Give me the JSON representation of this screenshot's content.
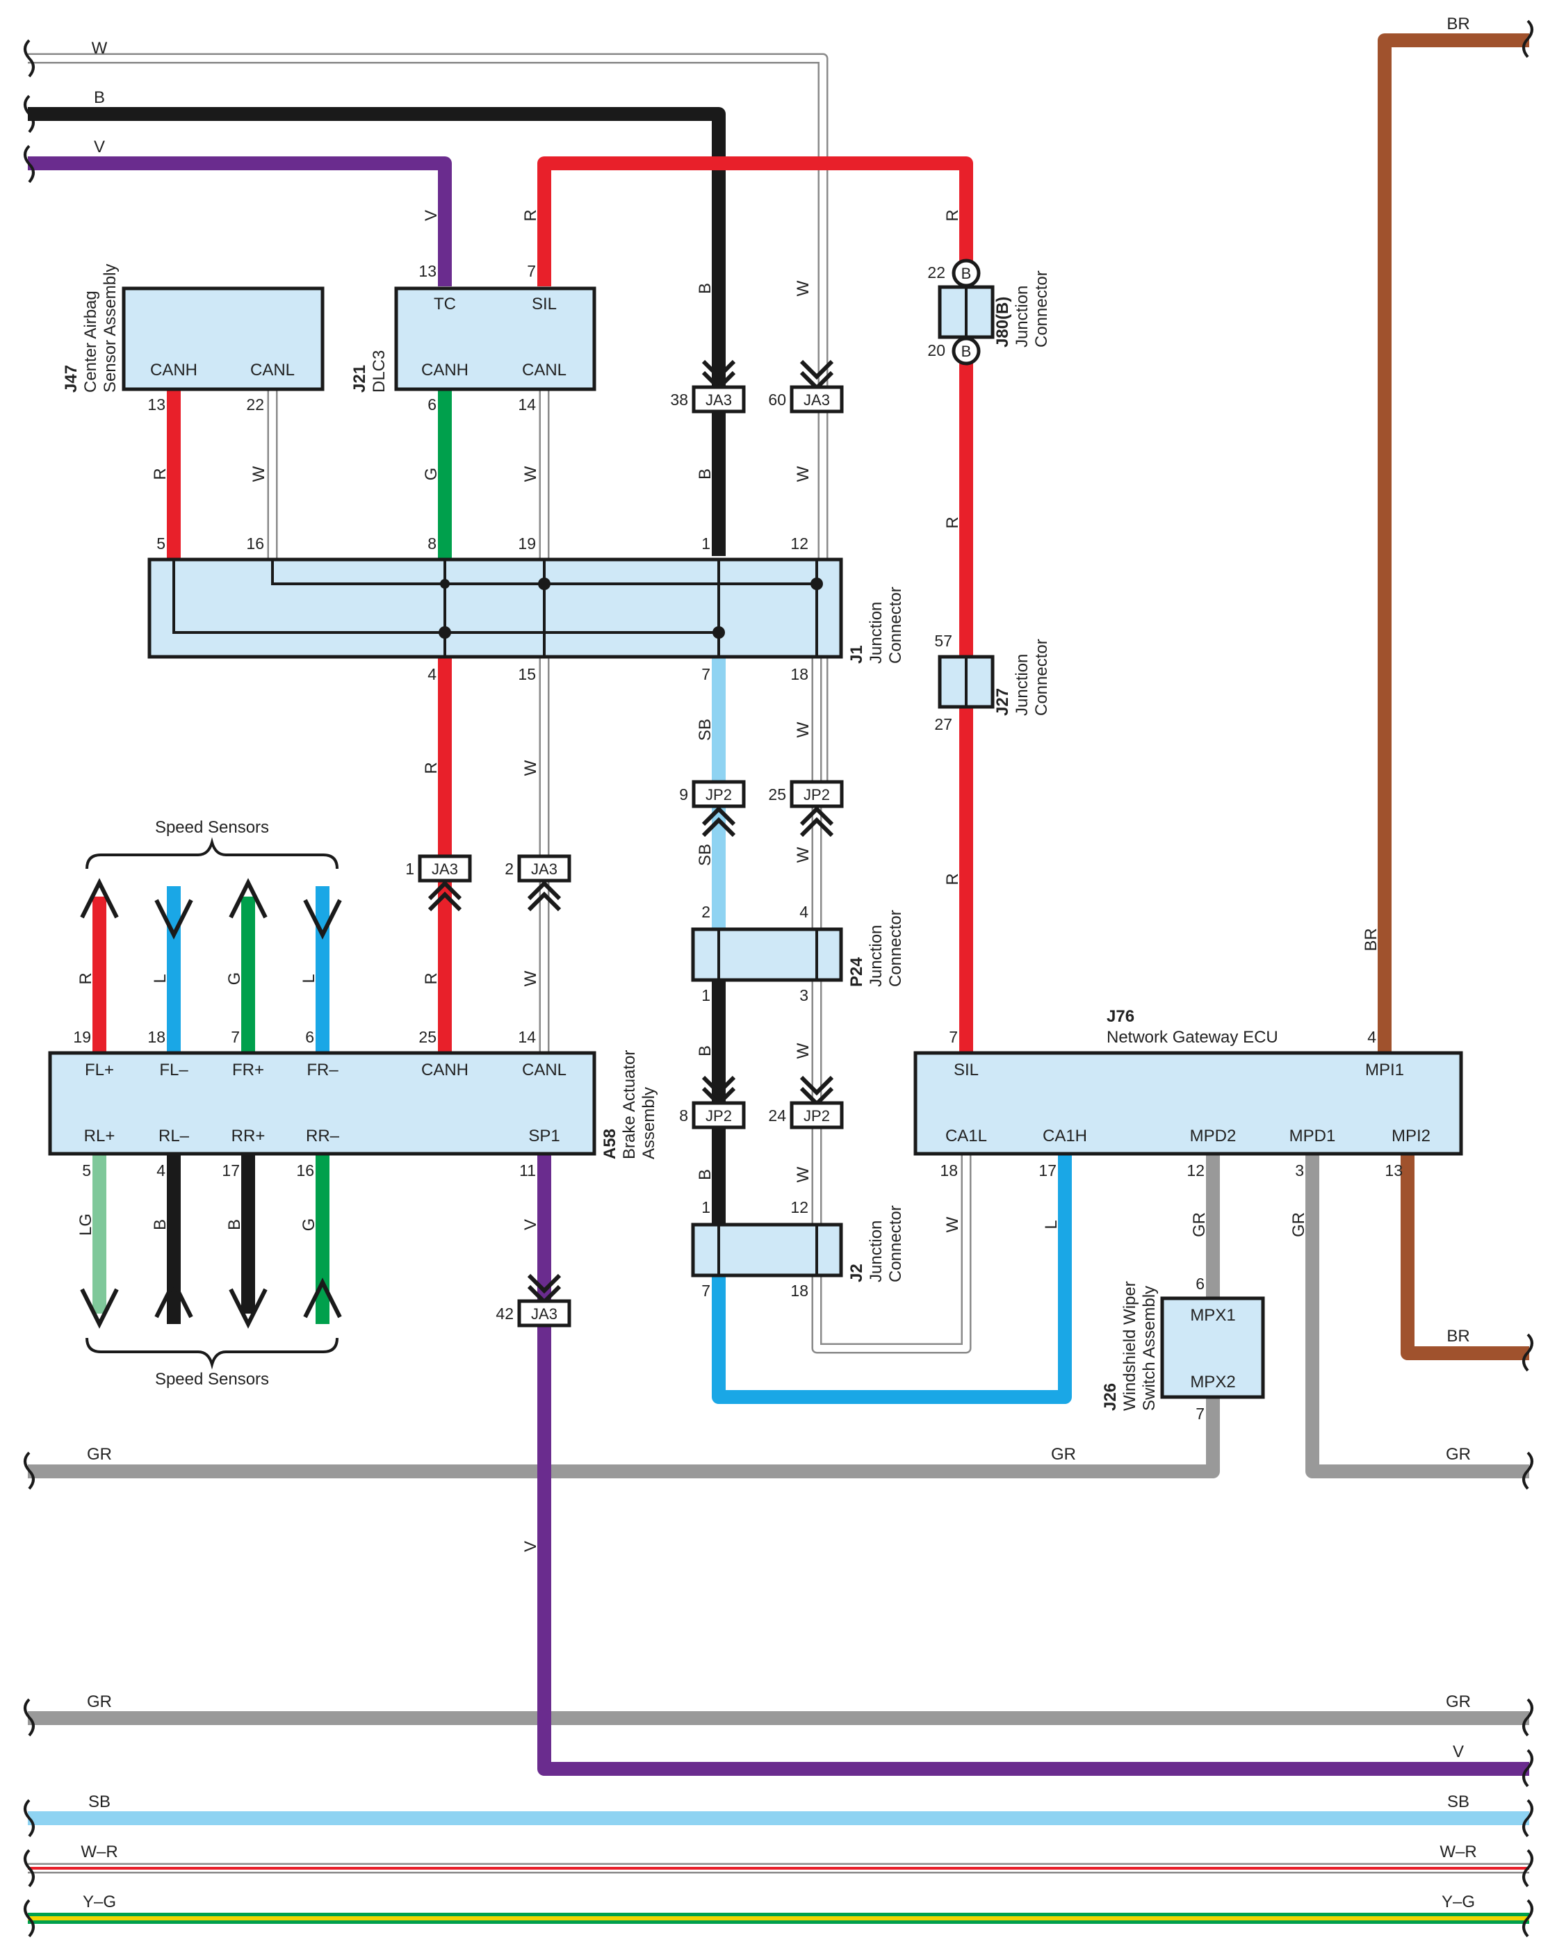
{
  "colors": {
    "W": "#ffffff",
    "B": "#1a1a1a",
    "V": "#6a2c8e",
    "R": "#e8202a",
    "G": "#00a04c",
    "L": "#1aa7e6",
    "SB": "#8fd3f2",
    "LG": "#7fc89a",
    "GR": "#999999",
    "BR": "#a0522d",
    "box_fill": "#cfe8f7"
  },
  "wire_codes": [
    "W",
    "B",
    "V",
    "R",
    "G",
    "L",
    "SB",
    "LG",
    "GR",
    "BR",
    "W–R",
    "Y–G"
  ],
  "components": {
    "j47": {
      "code": "J47",
      "name": [
        "Center Airbag",
        "Sensor Assembly"
      ],
      "terms": [
        "CANH",
        "CANL"
      ],
      "pins": [
        "13",
        "22"
      ]
    },
    "j21": {
      "code": "J21",
      "name": [
        "DLC3"
      ],
      "terms": [
        "TC",
        "SIL",
        "CANH",
        "CANL"
      ],
      "pins": [
        "13",
        "7",
        "6",
        "14"
      ]
    },
    "j1": {
      "code": "J1",
      "name": [
        "Junction",
        "Connector"
      ],
      "pins_top": [
        "5",
        "16",
        "8",
        "19",
        "1",
        "12"
      ],
      "pins_bottom": [
        "4",
        "15",
        "7",
        "18"
      ]
    },
    "j80": {
      "code": "J80(B)",
      "name": [
        "Junction",
        "Connector"
      ],
      "pins": [
        "22",
        "20"
      ],
      "badge": "B"
    },
    "j27": {
      "code": "J27",
      "name": [
        "Junction",
        "Connector"
      ],
      "pins": [
        "57",
        "27"
      ]
    },
    "a58": {
      "code": "A58",
      "name": [
        "Brake Actuator",
        "Assembly"
      ],
      "terms_top": [
        "FL+",
        "FL–",
        "FR+",
        "FR–",
        "CANH",
        "CANL"
      ],
      "terms_bottom": [
        "RL+",
        "RL–",
        "RR+",
        "RR–",
        "SP1"
      ],
      "pins_top": [
        "19",
        "18",
        "7",
        "6",
        "25",
        "14"
      ],
      "pins_bottom": [
        "5",
        "4",
        "17",
        "16",
        "11"
      ]
    },
    "p24": {
      "code": "P24",
      "name": [
        "Junction",
        "Connector"
      ],
      "pins": [
        "2",
        "4",
        "1",
        "3"
      ]
    },
    "j2": {
      "code": "J2",
      "name": [
        "Junction",
        "Connector"
      ],
      "pins": [
        "1",
        "12",
        "7",
        "18"
      ]
    },
    "j76": {
      "code": "J76",
      "name": [
        "Network Gateway ECU"
      ],
      "terms": [
        "SIL",
        "MPI1",
        "CA1L",
        "CA1H",
        "MPD2",
        "MPD1",
        "MPI2"
      ],
      "pins": [
        "7",
        "4",
        "18",
        "17",
        "12",
        "3",
        "13"
      ]
    },
    "j26": {
      "code": "J26",
      "name": [
        "Windshield Wiper",
        "Switch Assembly"
      ],
      "terms": [
        "MPX1",
        "MPX2"
      ],
      "pins": [
        "6",
        "7"
      ]
    }
  },
  "inline_connectors": {
    "ja3_b": {
      "label": "JA3",
      "pin": "38"
    },
    "ja3_w": {
      "label": "JA3",
      "pin": "60"
    },
    "ja3_r": {
      "label": "JA3",
      "pin": "1"
    },
    "ja3_w2": {
      "label": "JA3",
      "pin": "2"
    },
    "ja3_v": {
      "label": "JA3",
      "pin": "42"
    },
    "jp2_sb": {
      "label": "JP2",
      "pin": "9"
    },
    "jp2_w": {
      "label": "JP2",
      "pin": "25"
    },
    "jp2_b": {
      "label": "JP2",
      "pin": "8"
    },
    "jp2_w2": {
      "label": "JP2",
      "pin": "24"
    }
  },
  "speed_sensors_label": "Speed Sensors"
}
